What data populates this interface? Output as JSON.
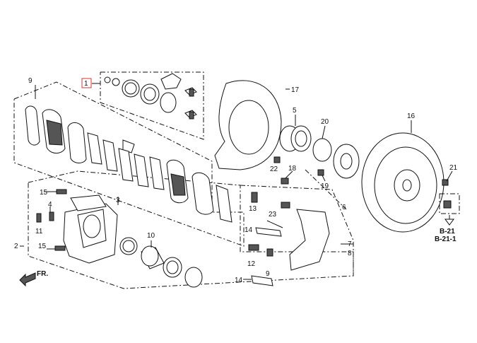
{
  "callouts": {
    "c1": "1",
    "c2": "2",
    "c3": "3",
    "c4": "4",
    "c5": "5",
    "c6": "6",
    "c7": "7",
    "c8": "8",
    "c9": "9",
    "c10": "10",
    "c11": "11",
    "c12": "12",
    "c13": "13",
    "c14a": "14",
    "c14b": "14",
    "c15a": "15",
    "c15b": "15",
    "c16": "16",
    "c17": "17",
    "c18": "18",
    "c19": "19",
    "c20": "20",
    "c21": "21",
    "c22": "22",
    "c23": "23"
  },
  "refs": {
    "b21": "B-21",
    "b211": "B-21-1"
  },
  "front_label": "FR.",
  "colors": {
    "highlight_box": "#e03030",
    "ink": "#111111"
  }
}
